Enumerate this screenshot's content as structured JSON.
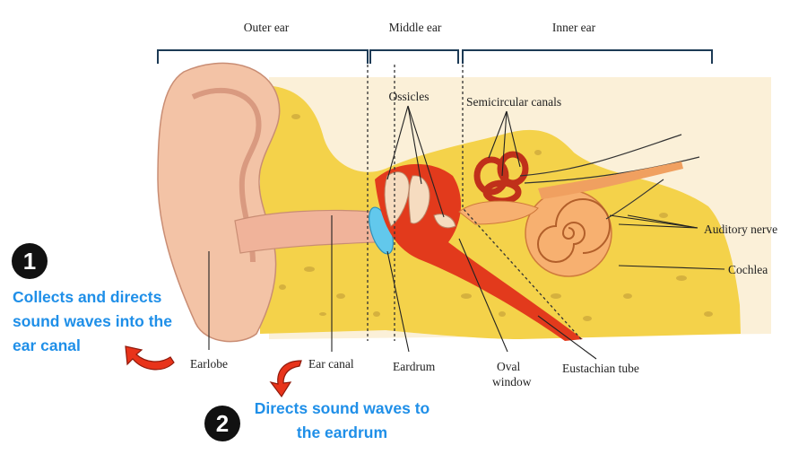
{
  "sections": {
    "outer": "Outer ear",
    "middle": "Middle ear",
    "inner": "Inner ear"
  },
  "labels": {
    "ossicles": "Ossicles",
    "semicircular": "Semicircular canals",
    "auditory_nerve": "Auditory nerve",
    "cochlea": "Cochlea",
    "earlobe": "Earlobe",
    "ear_canal": "Ear canal",
    "eardrum": "Eardrum",
    "oval_window_1": "Oval",
    "oval_window_2": "window",
    "eustachian": "Eustachian tube"
  },
  "callouts": [
    {
      "number": "1",
      "lines": [
        "Collects and directs",
        "sound waves into the",
        "ear canal"
      ]
    },
    {
      "number": "2",
      "lines": [
        "Directs sound waves to",
        "the eardrum"
      ]
    }
  ],
  "colors": {
    "callout_text": "#1f8fe8",
    "badge": "#111111",
    "arrow": "#e8331a",
    "skin": "#f3c3a6",
    "bone": "#f4d24a",
    "tissue": "#e23a1c",
    "inner_ear": "#f7b070",
    "eardrum": "#62c8ec"
  },
  "icons": [
    "curved-arrow-icon",
    "curved-arrow-icon"
  ]
}
